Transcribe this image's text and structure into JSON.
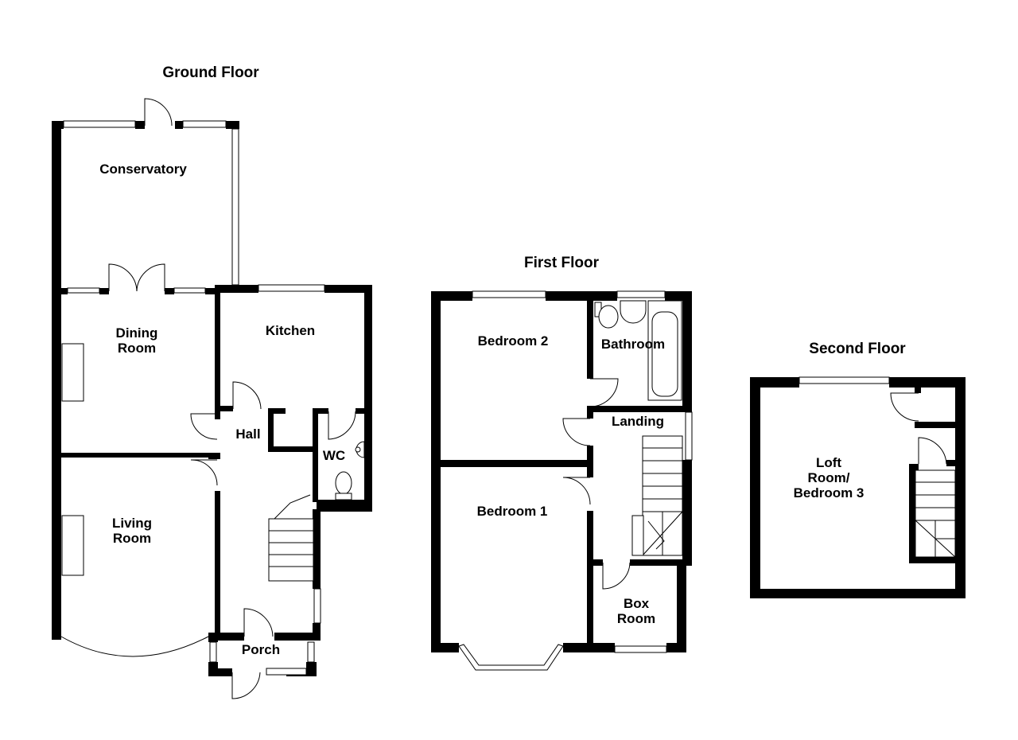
{
  "floors": [
    {
      "title": "Ground Floor",
      "rooms": [
        {
          "label": "Conservatory"
        },
        {
          "label": "Dining\nRoom"
        },
        {
          "label": "Kitchen"
        },
        {
          "label": "Hall"
        },
        {
          "label": "WC"
        },
        {
          "label": "Living\nRoom"
        },
        {
          "label": "Porch"
        }
      ]
    },
    {
      "title": "First Floor",
      "rooms": [
        {
          "label": "Bedroom 2"
        },
        {
          "label": "Bathroom"
        },
        {
          "label": "Landing"
        },
        {
          "label": "Bedroom 1"
        },
        {
          "label": "Box\nRoom"
        }
      ]
    },
    {
      "title": "Second Floor",
      "rooms": [
        {
          "label": "Loft\nRoom/\nBedroom 3"
        }
      ]
    }
  ],
  "colors": {
    "wall": "#000000",
    "background": "#ffffff"
  }
}
